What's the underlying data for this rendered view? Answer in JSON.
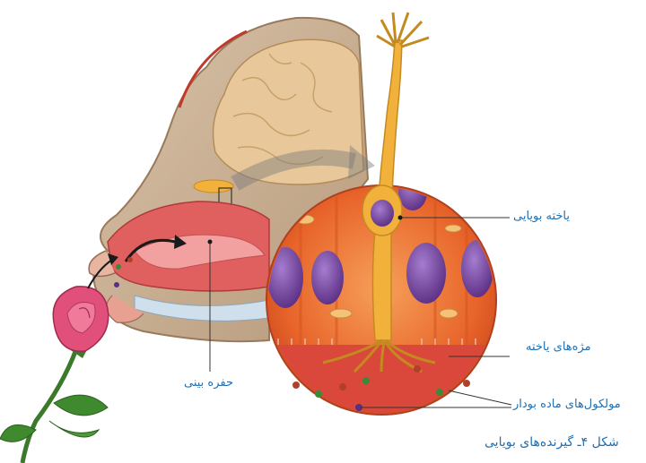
{
  "labels": {
    "olfactory_cell": "یاخته بویایی",
    "nasal_cavity": "حفره بینی",
    "cell_cilia": "مژه‌های یاخته",
    "odor_molecules": "مولکول‌های ماده بودار"
  },
  "caption": "شکل ۴ـ گیرنده‌های بویایی",
  "colors": {
    "label_text": "#1f6fb3",
    "brain": "#e8c89a",
    "cell_background": "#e8642a",
    "olfactory_neuron": "#f2b13a",
    "nuclei": "#7a4aa0",
    "nasal_tissue": "#e06060",
    "rose": "#e0507a",
    "stem": "#3a7a2a"
  },
  "icons": [
    "rose-flower",
    "inhalation-arrow",
    "zoom-arrow"
  ]
}
